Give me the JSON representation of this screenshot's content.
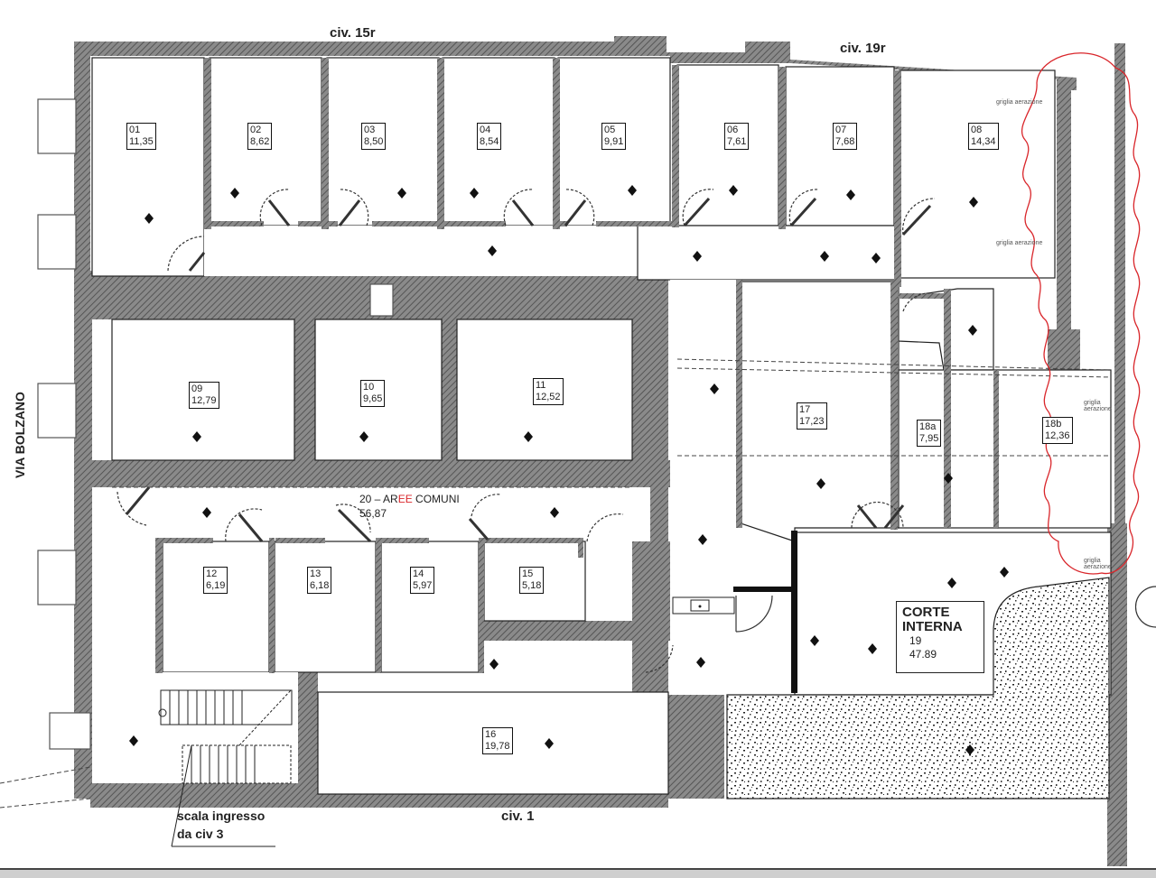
{
  "streets": {
    "top_left": "civ. 15r",
    "top_right": "civ. 19r",
    "bottom": "civ. 1",
    "left": "VIA BOLZANO"
  },
  "rooms": [
    {
      "id": "01",
      "area": "11,35"
    },
    {
      "id": "02",
      "area": "8,62"
    },
    {
      "id": "03",
      "area": "8,50"
    },
    {
      "id": "04",
      "area": "8,54"
    },
    {
      "id": "05",
      "area": "9,91"
    },
    {
      "id": "06",
      "area": "7,61"
    },
    {
      "id": "07",
      "area": "7,68"
    },
    {
      "id": "08",
      "area": "14,34"
    },
    {
      "id": "09",
      "area": "12,79"
    },
    {
      "id": "10",
      "area": "9,65"
    },
    {
      "id": "11",
      "area": "12,52"
    },
    {
      "id": "12",
      "area": "6,19"
    },
    {
      "id": "13",
      "area": "6,18"
    },
    {
      "id": "14",
      "area": "5,97"
    },
    {
      "id": "15",
      "area": "5,18"
    },
    {
      "id": "16",
      "area": "19,78"
    },
    {
      "id": "17",
      "area": "17,23"
    },
    {
      "id": "18a",
      "area": "7,95"
    },
    {
      "id": "18b",
      "area": "12,36"
    }
  ],
  "common_area": {
    "prefix": "20 – AR",
    "highlight": "EE",
    "suffix": " COMUNI",
    "area": "56,87"
  },
  "courtyard": {
    "title_line1": "CORTE",
    "title_line2": "INTERNA",
    "id": "19",
    "area": "47.89"
  },
  "stair_note": {
    "line1": "scala ingresso",
    "line2": "da civ 3"
  },
  "annotations": {
    "grille": "griglia aerazione",
    "revision_cloud_color": "#d9262b"
  },
  "colors": {
    "wall_fill": "#6e6e6e",
    "line": "#222222",
    "background": "#ffffff",
    "revision": "#d9262b"
  }
}
